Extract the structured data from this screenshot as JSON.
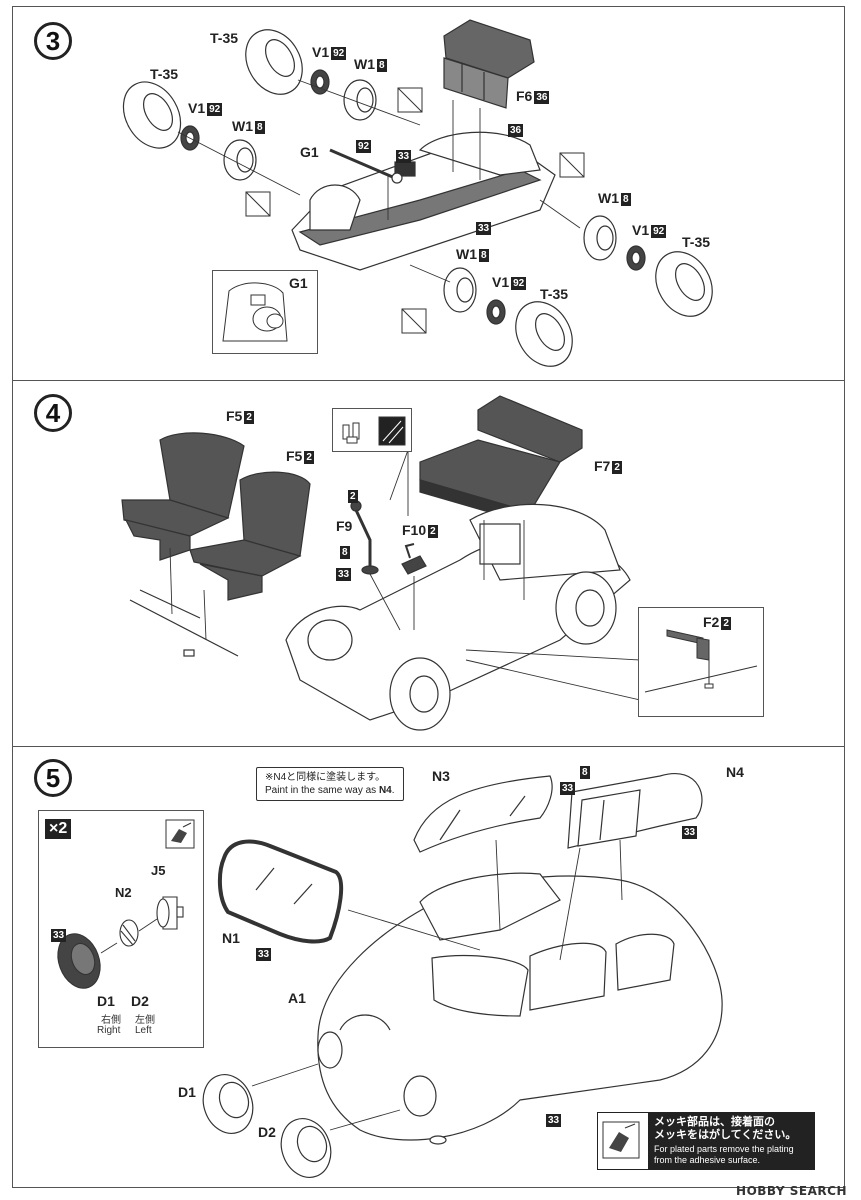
{
  "steps": {
    "s3": "3",
    "s4": "4",
    "s5": "5"
  },
  "step3": {
    "t35_a": "T-35",
    "v1_a": "V1",
    "v1_a_b": "92",
    "w1_a": "W1",
    "w1_a_b": "8",
    "t35_b": "T-35",
    "v1_b": "V1",
    "v1_b_b": "92",
    "w1_b": "W1",
    "w1_b_b": "8",
    "f6": "F6",
    "f6_b": "36",
    "g1": "G1",
    "g1_b": "92",
    "c33a": "33",
    "c36": "36",
    "c33b": "33",
    "w1_c": "W1",
    "w1_c_b": "8",
    "v1_c": "V1",
    "v1_c_b": "92",
    "t35_c": "T-35",
    "w1_d": "W1",
    "w1_d_b": "8",
    "v1_d": "V1",
    "v1_d_b": "92",
    "t35_d": "T-35",
    "g1_inset": "G1"
  },
  "step4": {
    "f5a": "F5",
    "f5a_b": "2",
    "f5b": "F5",
    "f5b_b": "2",
    "f7": "F7",
    "f7_b": "2",
    "f9": "F9",
    "f9_b2": "2",
    "f9_b8": "8",
    "f9_b33": "33",
    "f10": "F10",
    "f10_b": "2",
    "f2": "F2",
    "f2_b": "2"
  },
  "step5": {
    "note_jp": "※N4と同様に塗装します。",
    "note_en_prefix": "Paint in the same way as ",
    "note_en_part": "N4",
    "note_en_suffix": ".",
    "n3": "N3",
    "n4": "N4",
    "n4_b8": "8",
    "n4_b33a": "33",
    "n4_b33b": "33",
    "n1": "N1",
    "n1_b": "33",
    "a1": "A1",
    "a1_b": "33",
    "d1": "D1",
    "d2": "D2",
    "inset_x2": "×2",
    "inset_n2": "N2",
    "inset_j5": "J5",
    "inset_b33": "33",
    "inset_d1": "D1",
    "inset_d2": "D2",
    "inset_right_jp": "右側",
    "inset_left_jp": "左側",
    "inset_right": "Right",
    "inset_left": "Left"
  },
  "warning": {
    "jp1": "メッキ部品は、接着面の",
    "jp2": "メッキをはがしてください。",
    "en1": "For plated parts remove the plating",
    "en2": "from the adhesive surface."
  },
  "watermark": "HOBBY SEARCH"
}
